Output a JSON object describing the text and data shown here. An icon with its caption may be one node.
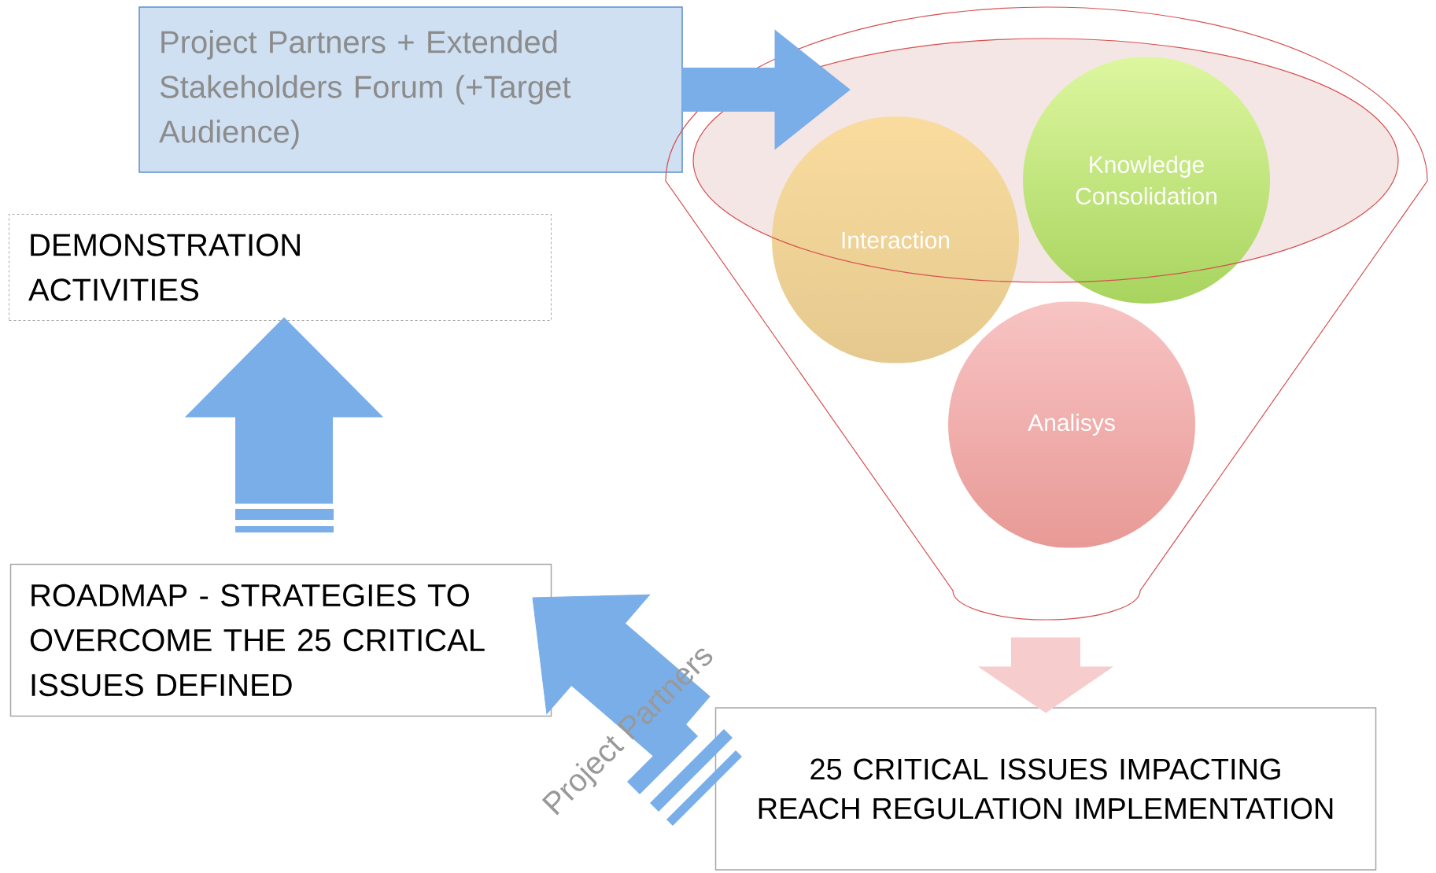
{
  "diagram": {
    "nodes": [
      {
        "text": [
          "Project Partners + Extended Stakeholders Forum (+Target Audience)"
        ]
      },
      {
        "text": [],
        "shape": "funnel"
      },
      {
        "text": [
          "Interaction"
        ],
        "in": 1
      },
      {
        "text": [
          "Knowledge Consolidation"
        ],
        "in": 1
      },
      {
        "text": [
          "Analisys"
        ],
        "in": 1
      },
      {
        "text": [
          "DEMONSTRATION ACTIVITIES"
        ]
      },
      {
        "text": [
          "ROADMAP - STRATEGIES TO OVERCOME THE 25 CRITICAL ISSUES DEFINED"
        ]
      },
      {
        "text": [
          "25 CRITICAL ISSUES IMPACTING REACH REGULATION IMPLEMENTATION"
        ]
      }
    ],
    "edges": [
      {
        "from": 0,
        "to": 1,
        "arrow": "to"
      },
      {
        "from": 1,
        "to": 7,
        "arrow": "to",
        "color": "#f6cccc"
      },
      {
        "from": 7,
        "to": 6,
        "arrow": "to",
        "label": "Project Partners"
      },
      {
        "from": 6,
        "to": 5,
        "arrow": "to"
      }
    ]
  }
}
